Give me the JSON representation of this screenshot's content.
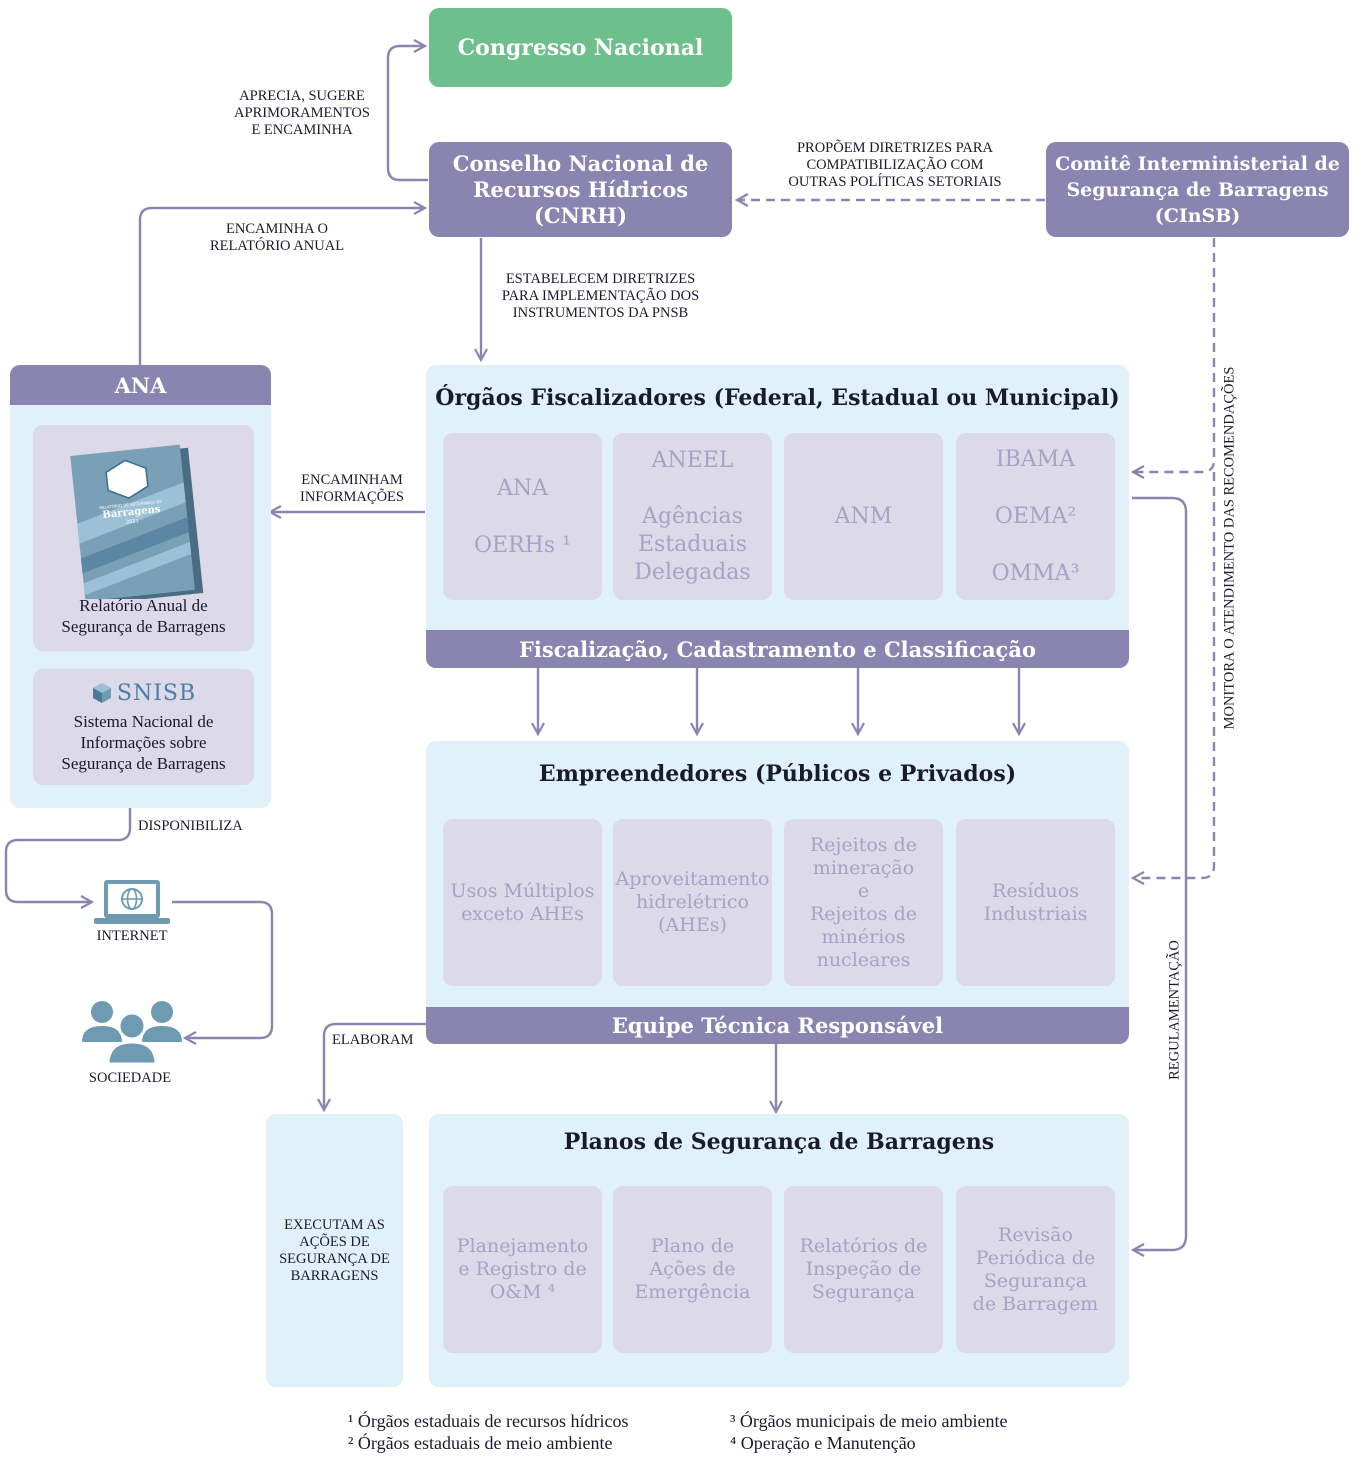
{
  "nodes": {
    "congresso": "Congresso Nacional",
    "cnrh": [
      "Conselho Nacional de",
      "Recursos Hídricos",
      "(CNRH)"
    ],
    "cinsb": [
      "Comitê Interministerial de",
      "Segurança de Barragens",
      "(CInSB)"
    ],
    "ana": {
      "title": "ANA",
      "report_cover": {
        "small_title": "RELATÓRIO DE SEGURANÇA DE",
        "brand": "Barragens",
        "year": "2021"
      },
      "report_caption": [
        "Relatório Anual de",
        "Segurança de Barragens"
      ],
      "snisb_logo": "SNISB",
      "snisb_caption": [
        "Sistema Nacional de",
        "Informações sobre",
        "Segurança de Barragens"
      ]
    },
    "internet": "INTERNET",
    "sociedade": "SOCIEDADE",
    "executam": [
      "EXECUTAM AS",
      "AÇÕES DE",
      "SEGURANÇA DE",
      "BARRAGENS"
    ]
  },
  "fiscalizadores": {
    "title": "Órgãos Fiscalizadores (Federal, Estadual ou Municipal)",
    "cards": [
      [
        "ANA",
        "OERHs ¹"
      ],
      [
        "ANEEL",
        "Agências",
        "Estaduais",
        "Delegadas"
      ],
      [
        "ANM"
      ],
      [
        "IBAMA",
        "OEMA²",
        "OMMA³"
      ]
    ],
    "band": "Fiscalização, Cadastramento e Classificação"
  },
  "empreendedores": {
    "title": "Empreendedores (Públicos e Privados)",
    "cards": [
      [
        "Usos Múltiplos",
        "exceto AHEs"
      ],
      [
        "Aproveitamento",
        "hidrelétrico",
        "(AHEs)"
      ],
      [
        "Rejeitos de",
        "mineração",
        "e",
        "Rejeitos de",
        "minérios",
        "nucleares"
      ],
      [
        "Resíduos",
        "Industriais"
      ]
    ],
    "band": "Equipe Técnica Responsável"
  },
  "planos": {
    "title": "Planos de Segurança de Barragens",
    "cards": [
      [
        "Planejamento",
        "e Registro de",
        "O&M ⁴"
      ],
      [
        "Plano de",
        "Ações de",
        "Emergência"
      ],
      [
        "Relatórios de",
        "Inspeção de",
        "Segurança"
      ],
      [
        "Revisão",
        "Periódica de",
        "Segurança",
        "de Barragem"
      ]
    ]
  },
  "edge_labels": {
    "aprecia": [
      "APRECIA, SUGERE",
      "APRIMORAMENTOS",
      "E ENCAMINHA"
    ],
    "encaminha_relatorio": [
      "ENCAMINHA O",
      "RELATÓRIO ANUAL"
    ],
    "propoem": [
      "PROPÕEM DIRETRIZES PARA",
      "COMPATIBILIZAÇÃO COM",
      "OUTRAS POLÍTICAS SETORIAIS"
    ],
    "estabelecem": [
      "ESTABELECEM DIRETRIZES",
      "PARA IMPLEMENTAÇÃO DOS",
      "INSTRUMENTOS DA PNSB"
    ],
    "encaminham_info": [
      "ENCAMINHAM",
      "INFORMAÇÕES"
    ],
    "monitora": "MONITORA O ATENDIMENTO DAS RECOMENDAÇÕES",
    "regulamentacao": "REGULAMENTAÇÃO",
    "disponibiliza": "DISPONIBILIZA",
    "elaboram": "ELABORAM"
  },
  "footnotes": [
    "¹ Órgãos estaduais de recursos hídricos",
    "² Órgãos estaduais de meio ambiente",
    "³ Órgãos municipais de meio ambiente",
    "⁴ Operação e Manutenção"
  ],
  "colors": {
    "purple": "#8a84b0",
    "green": "#6dbf8b",
    "light_blue": "#e0f1f9",
    "card": "#dcd9e8",
    "card_text": "#a7a2c6",
    "icon_blue": "#6e9ab2"
  }
}
